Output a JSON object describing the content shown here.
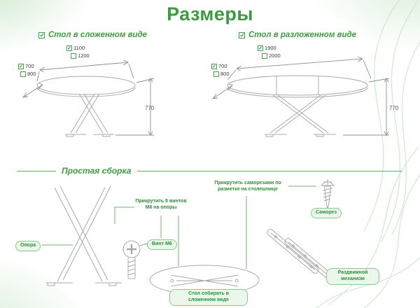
{
  "theme": {
    "accent_green": "#3e9b42",
    "line_gray": "#a9a9a9",
    "pill_bg": "#ecf7ec",
    "pill_border": "#8cc68f"
  },
  "page": {
    "title": "Размеры"
  },
  "folded": {
    "heading": "Стол в сложенном виде",
    "height": "770",
    "width_options": [
      {
        "check": "✓",
        "value": "1100"
      },
      {
        "check": "",
        "value": "1200"
      }
    ],
    "depth_options": [
      {
        "check": "✓",
        "value": "700"
      },
      {
        "check": "",
        "value": "800"
      }
    ]
  },
  "unfolded": {
    "heading": "Стол в разложенном виде",
    "height": "770",
    "width_options": [
      {
        "check": "✓",
        "value": "1900"
      },
      {
        "check": "",
        "value": "2000"
      }
    ],
    "depth_options": [
      {
        "check": "✓",
        "value": "700"
      },
      {
        "check": "",
        "value": "800"
      }
    ]
  },
  "assembly": {
    "heading": "Простая сборка",
    "leg_label": "Опора",
    "screw_label": "Винт М6",
    "step_legs": "Прикрутить 8 винтов М6 на опоры",
    "step_top": "Прикрутить саморезами по разметке на столешнице",
    "tapping_screw_label": "Саморез",
    "mechanism_label": "Раздвижной механизм",
    "note": "Стол собирать в сложенном виде"
  }
}
